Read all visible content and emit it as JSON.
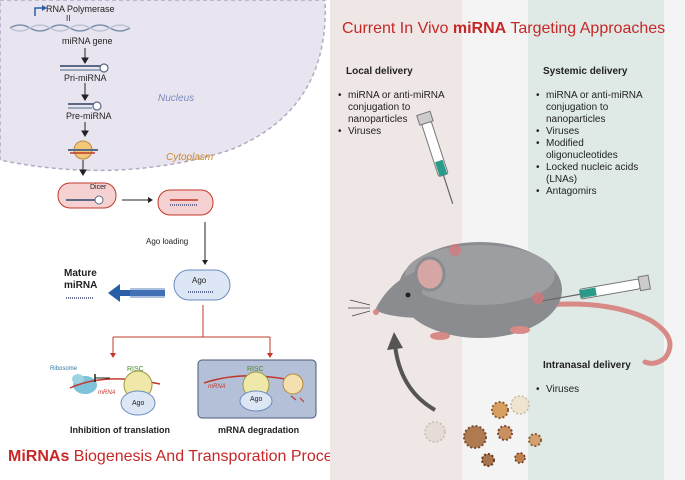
{
  "left_panel": {
    "gene": {
      "polymerase": "RNA Polymerase",
      "polymerase_roman": "II",
      "gene_label": "miRNA gene"
    },
    "pri_mirna": "Pri-miRNA",
    "pre_mirna": "Pre-miRNA",
    "nucleus_label": "Nucleus",
    "cytoplasm_label": "Cytoplasm",
    "dicer_label": "Dicer",
    "ago_loading": "Ago loading",
    "ago_label": "Ago",
    "mature_line1": "Mature",
    "mature_line2": "miRNA",
    "ribosome_label": "Ribosome",
    "risc_label": "RISC",
    "mrna_label": "mRNA",
    "inhibition_title": "Inhibition of translation",
    "degradation_title": "mRNA degradation",
    "bottom_title_bold": "MiRNAs",
    "bottom_title_rest": " Biogenesis And Transporation Process",
    "colors": {
      "nucleus": "#e6e2ee",
      "red_title": "#c62828",
      "arrow_red": "#c0392b",
      "blue_arrow": "#2a5fa8"
    }
  },
  "right_panel": {
    "title_pre": "Current In Vivo ",
    "title_bold": "miRNA",
    "title_post": " Targeting Approaches",
    "local": {
      "heading": "Local delivery",
      "items": [
        "miRNA or anti-miRNA conjugation to nanoparticles",
        "Viruses"
      ]
    },
    "systemic": {
      "heading": "Systemic delivery",
      "items": [
        "miRNA or anti-miRNA conjugation to nanoparticles",
        "Viruses",
        "Modified oligonucleotides",
        "Locked nucleic acids (LNAs)",
        "Antagomirs"
      ]
    },
    "intranasal": {
      "heading": "Intranasal delivery",
      "items": [
        "Viruses"
      ]
    },
    "colors": {
      "local_bg": "#efe7e5",
      "systemic_bg": "#dfeae7",
      "title": "#c62828"
    }
  }
}
